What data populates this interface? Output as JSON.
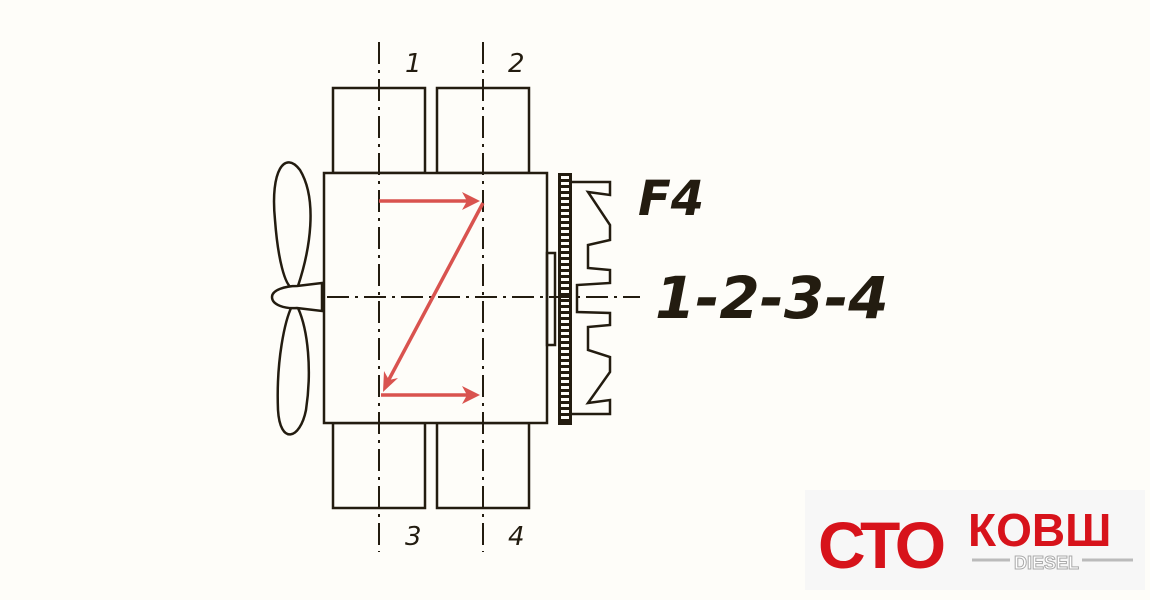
{
  "diagram": {
    "cylinder_labels": [
      "1",
      "2",
      "3",
      "4"
    ],
    "engine_type_label": "F4",
    "firing_order_label": "1-2-3-4",
    "colors": {
      "line": "#231c10",
      "arrow": "#d9534f",
      "background": "#fefdf9"
    }
  },
  "logo": {
    "part1": "СТО",
    "part2": "КОВШ",
    "subtitle": "DIESEL",
    "color": "#d7131b"
  }
}
